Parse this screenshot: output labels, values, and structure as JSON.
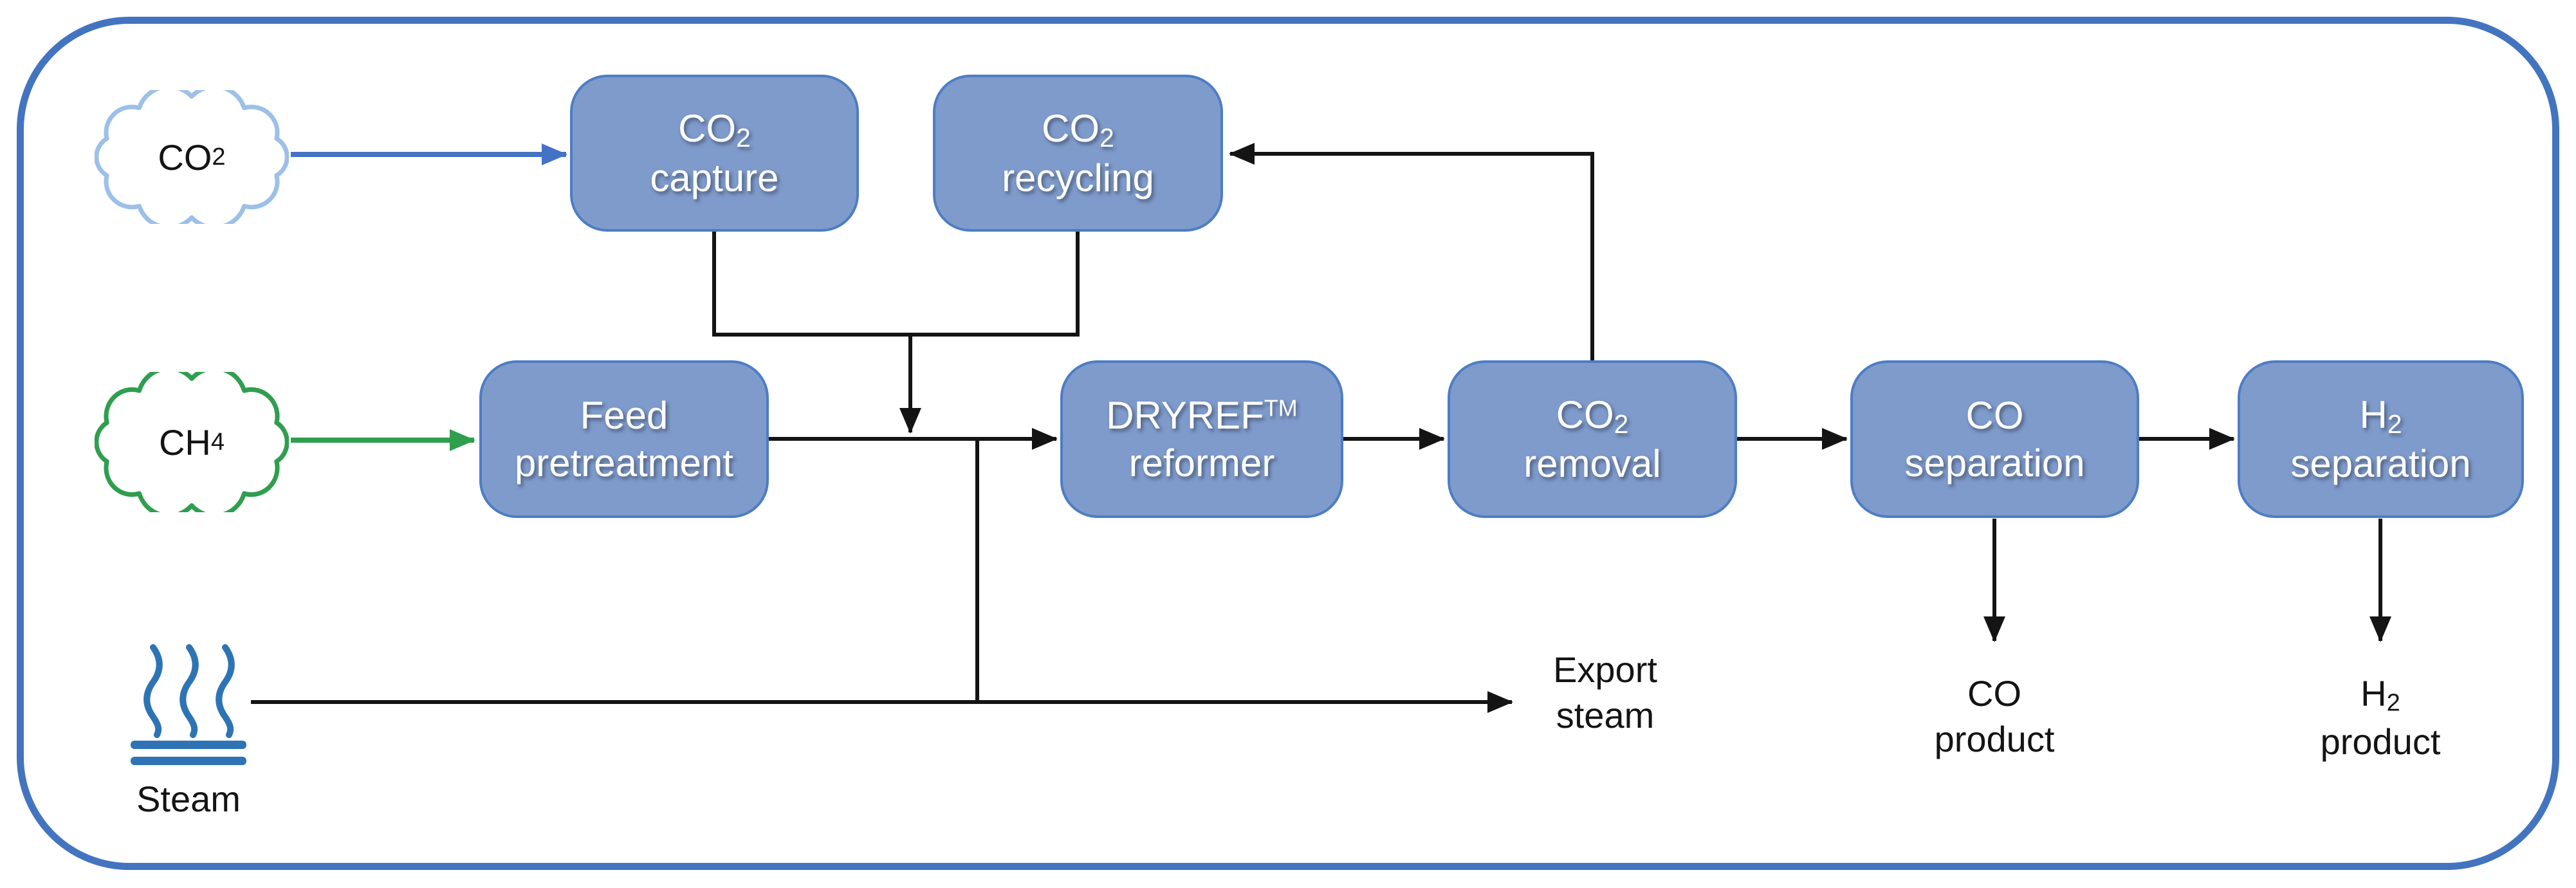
{
  "title": "DRYREF syngas process flow diagram",
  "colors": {
    "frame_border": "#4374bf",
    "box_fill": "#7e9bcc",
    "box_border": "#4d7dc4",
    "box_text": "#ffffff",
    "line_black": "#141414",
    "arrow_blue": "#4472c4",
    "arrow_green": "#2f9e4f",
    "cloud_co2_outline": "#9cc0e8",
    "cloud_ch4_outline": "#2f9e4f",
    "steam_icon_blue": "#2e74b5",
    "label_text": "#141414"
  },
  "nodes": {
    "co2_capture": "CO_2\ncapture",
    "co2_recycling": "CO_2\nrecycling",
    "feed_pretreatment": "Feed\npretreatment",
    "dryref_reformer": "DRYREF^TM\nreformer",
    "co2_removal": "CO_2\nremoval",
    "co_separation": "CO\nseparation",
    "h2_separation": "H_2\nseparation"
  },
  "inputs": {
    "co2_cloud": "CO_2",
    "ch4_cloud": "CH_4",
    "steam": "Steam"
  },
  "outputs": {
    "export_steam": "Export\nsteam",
    "co_product": "CO\nproduct",
    "h2_product": "H_2\nproduct"
  }
}
